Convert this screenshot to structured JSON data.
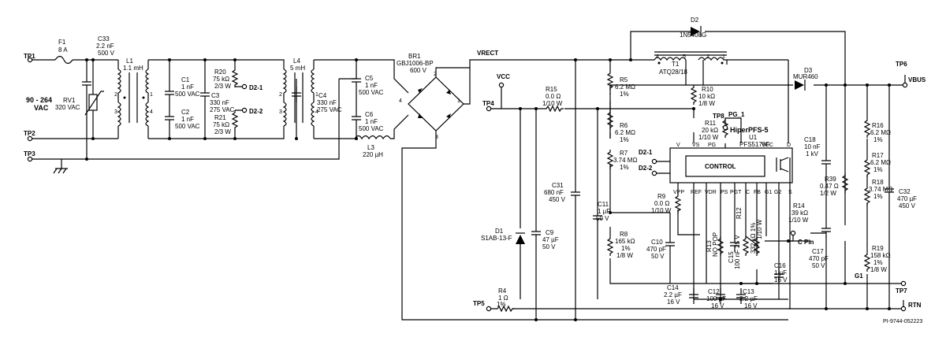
{
  "test_points": {
    "tp1": "TP1",
    "tp2": "TP2",
    "tp3": "TP3",
    "tp4": "TP4",
    "tp5": "TP5",
    "tp6": "TP6",
    "tp7": "TP7",
    "tp8": "TP8"
  },
  "input": {
    "range": "90 - 264",
    "unit": "VAC"
  },
  "nets": {
    "vrect": "VRECT",
    "vcc": "VCC",
    "vbus": "VBUS",
    "rtn": "RTN",
    "c_pin": "C Pin",
    "g1": "G1",
    "pg1": "PG_1",
    "d21": "D2-1",
    "d22": "D2-2"
  },
  "components": {
    "f1": [
      "F1",
      "8 A"
    ],
    "c33": [
      "C33",
      "2.2 nF",
      "500 V"
    ],
    "rv1": [
      "RV1",
      "320 VAC"
    ],
    "l1": [
      "L1",
      "1.1 mH"
    ],
    "c1": [
      "C1",
      "1 nF",
      "500 VAC"
    ],
    "c2": [
      "C2",
      "1 nF",
      "500 VAC"
    ],
    "c3": [
      "C3",
      "330 nF",
      "275 VAC"
    ],
    "r20": [
      "R20",
      "75 kΩ",
      "2/3 W"
    ],
    "r21": [
      "R21",
      "75 kΩ",
      "2/3 W"
    ],
    "l4": [
      "L4",
      "5 mH"
    ],
    "c4": [
      "C4",
      "330 nF",
      "275 VAC"
    ],
    "c5": [
      "C5",
      "1 nF",
      "500 VAC"
    ],
    "c6": [
      "C6",
      "1 nF",
      "500 VAC"
    ],
    "l3": [
      "L3",
      "220 µH"
    ],
    "br1": [
      "BR1",
      "GBJ1006-BP",
      "600 V"
    ],
    "d1": [
      "D1",
      "S1AB-13-F"
    ],
    "c9": [
      "C9",
      "47 µF",
      "50 V"
    ],
    "r15": [
      "R15",
      "0.0 Ω",
      "1/10 W"
    ],
    "c31": [
      "C31",
      "680 nF",
      "450 V"
    ],
    "c11": [
      "C11",
      "1 µF",
      "50 V"
    ],
    "r4": [
      "R4",
      "1 Ω",
      "1%"
    ],
    "r5": [
      "R5",
      "6.2 MΩ",
      "1%"
    ],
    "r6": [
      "R6",
      "6.2 MΩ",
      "1%"
    ],
    "r7": [
      "R7",
      "3.74 MΩ",
      "1%"
    ],
    "r8": [
      "R8",
      "165 kΩ",
      "1%",
      "1/8 W"
    ],
    "r9": [
      "R9",
      "0.0 Ω",
      "1/10 W"
    ],
    "c10": [
      "C10",
      "470 pF",
      "50 V"
    ],
    "c14": [
      "C14",
      "2.2 µF",
      "16 V"
    ],
    "c12": [
      "C12",
      "100 µF",
      "16 V"
    ],
    "c13": [
      "C13",
      "2.2 µF",
      "16 V"
    ],
    "t1": [
      "T1",
      "ATQ28/18"
    ],
    "d2": [
      "D2",
      "1N5408G"
    ],
    "d3": [
      "D3",
      "MUR460"
    ],
    "r10": [
      "R10",
      "10 kΩ",
      "1/8 W"
    ],
    "r11": [
      "R11",
      "20 kΩ",
      "1/10 W"
    ],
    "u1": [
      "HiperPFS-5",
      "U1",
      "PFS5178F"
    ],
    "r13": [
      "R13",
      "NO POP"
    ],
    "c15": [
      "C15",
      "100 nF 25 V"
    ],
    "r12": [
      "R12",
      "332 kΩ 1%",
      "1/10 W"
    ],
    "r14": [
      "R14",
      "39 kΩ",
      "1/10 W"
    ],
    "c16": [
      "C16",
      "1 µF",
      "16 V"
    ],
    "c17": [
      "C17",
      "470 pF",
      "50 V"
    ],
    "c18": [
      "C18",
      "10 nF",
      "1 kV"
    ],
    "r39": [
      "R39",
      "0.47 Ω",
      "1/2 W"
    ],
    "r16": [
      "R16",
      "6.2 MΩ",
      "1%"
    ],
    "r17": [
      "R17",
      "6.2 MΩ",
      "1%"
    ],
    "r18": [
      "R18",
      "3.74 MΩ",
      "1%"
    ],
    "r19": [
      "R19",
      "158 kΩ",
      "1%",
      "1/8 W"
    ],
    "c32": [
      "C32",
      "470 µF",
      "450 V"
    ]
  },
  "ic": {
    "label": "CONTROL",
    "pins_top": [
      "V",
      "VS",
      "PG",
      "VCC",
      "D"
    ],
    "pins_bottom": [
      "VPP",
      "REF",
      "VDR",
      "PS",
      "PGT",
      "C",
      "FB",
      "G1",
      "G2",
      "S"
    ]
  },
  "bridge_pins": [
    "1",
    "2",
    "3",
    "4"
  ],
  "winding_pins": [
    "1",
    "2",
    "3",
    "4"
  ],
  "t1_pins": [
    "4",
    "5",
    "2",
    "1"
  ],
  "doc_id": "PI-9744-052223"
}
